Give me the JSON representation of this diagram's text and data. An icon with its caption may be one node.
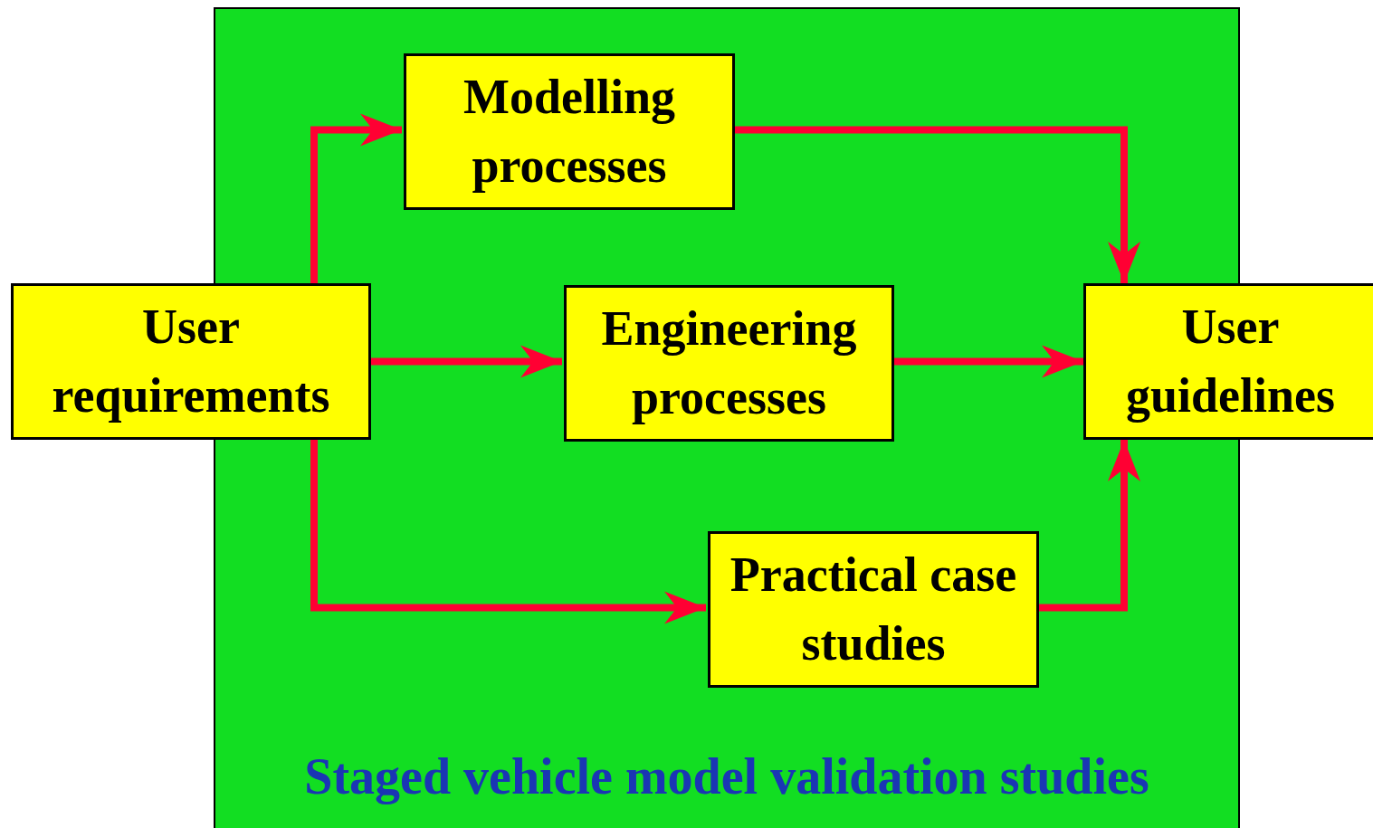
{
  "diagram": {
    "nodes": [
      {
        "text": [
          "Staged vehicle model validation studies"
        ]
      },
      {
        "text": [
          "User requirements"
        ]
      },
      {
        "text": [
          "Modelling processes"
        ],
        "in": 0
      },
      {
        "text": [
          "Engineering processes"
        ],
        "in": 0
      },
      {
        "text": [
          "Practical case studies"
        ],
        "in": 0
      },
      {
        "text": [
          "User guidelines"
        ]
      }
    ],
    "edges": [
      {
        "from": 1,
        "to": 2,
        "arrow": "to"
      },
      {
        "from": 1,
        "to": 3,
        "arrow": "to"
      },
      {
        "from": 1,
        "to": 4,
        "arrow": "to"
      },
      {
        "from": 2,
        "to": 5,
        "arrow": "to"
      },
      {
        "from": 3,
        "to": 5,
        "arrow": "to"
      },
      {
        "from": 4,
        "to": 5,
        "arrow": "to"
      }
    ]
  }
}
